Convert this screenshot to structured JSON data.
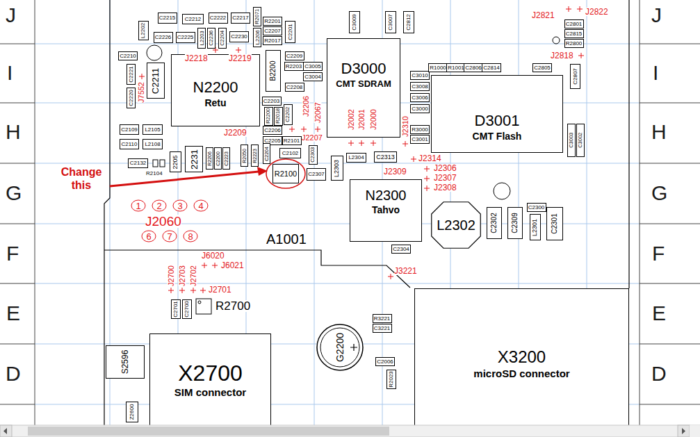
{
  "diagram": {
    "nodes": [
      {
        "text": [
          "C2215"
        ]
      },
      {
        "text": [
          "C2212"
        ]
      },
      {
        "text": [
          "C2222"
        ]
      },
      {
        "text": [
          "C2217"
        ]
      },
      {
        "text": [
          "R2071"
        ]
      },
      {
        "text": [
          "R2201"
        ]
      },
      {
        "text": [
          "C2207"
        ]
      },
      {
        "text": [
          "R2017"
        ]
      },
      {
        "text": [
          "C2201"
        ]
      },
      {
        "text": [
          "L2202"
        ]
      },
      {
        "text": [
          "C2226"
        ]
      },
      {
        "text": [
          "C2225"
        ]
      },
      {
        "text": [
          "L2203"
        ]
      },
      {
        "text": [
          "C2236"
        ]
      },
      {
        "text": [
          "C2204"
        ]
      },
      {
        "text": [
          "C2230"
        ]
      },
      {
        "text": [
          "L2206"
        ]
      },
      {
        "text": [
          "C2210"
        ]
      },
      {
        "text": [
          "C2221"
        ]
      },
      {
        "text": [
          "C2211"
        ]
      },
      {
        "text": [
          "C2220"
        ]
      },
      {
        "text": [
          "N2200",
          "Retu"
        ]
      },
      {
        "text": [
          "B2200"
        ]
      },
      {
        "text": [
          "C2209"
        ]
      },
      {
        "text": [
          "R2203"
        ]
      },
      {
        "text": [
          "C3005"
        ]
      },
      {
        "text": [
          "C3004"
        ]
      },
      {
        "text": [
          "C2208"
        ]
      },
      {
        "text": [
          "C2203"
        ]
      },
      {
        "text": [
          "R2200"
        ]
      },
      {
        "text": [
          "R2018"
        ]
      },
      {
        "text": [
          "C2202"
        ]
      },
      {
        "text": [
          "C2206"
        ]
      },
      {
        "text": [
          "C2205"
        ]
      },
      {
        "text": [
          "R2101"
        ]
      },
      {
        "text": [
          "C2109"
        ]
      },
      {
        "text": [
          "L2105"
        ]
      },
      {
        "text": [
          "C2110"
        ]
      },
      {
        "text": [
          "L2108"
        ]
      },
      {
        "text": [
          "C2132"
        ]
      },
      {
        "text": [
          "2205"
        ]
      },
      {
        "text": [
          "2231"
        ]
      },
      {
        "text": [
          "R2206"
        ]
      },
      {
        "text": [
          "C2200"
        ]
      },
      {
        "text": [
          "C2223"
        ]
      },
      {
        "text": [
          "R2050"
        ]
      },
      {
        "text": [
          "R2223"
        ]
      },
      {
        "text": [
          "C2204"
        ]
      },
      {
        "text": [
          "C2102"
        ]
      },
      {
        "text": [
          "C2303"
        ]
      },
      {
        "text": [
          "R2100"
        ]
      },
      {
        "text": [
          "C2307"
        ]
      },
      {
        "text": [
          "L2303"
        ]
      },
      {
        "text": [
          "L2304"
        ]
      },
      {
        "text": [
          "C2313"
        ]
      },
      {
        "text": [
          "D3000",
          "CMT SDRAM"
        ]
      },
      {
        "text": [
          "C3009"
        ]
      },
      {
        "text": [
          "C3007"
        ]
      },
      {
        "text": [
          "C2812"
        ]
      },
      {
        "text": [
          "C3010"
        ]
      },
      {
        "text": [
          "C3008"
        ]
      },
      {
        "text": [
          "C3006"
        ]
      },
      {
        "text": [
          "C3000"
        ]
      },
      {
        "text": [
          "R3000"
        ]
      },
      {
        "text": [
          "C3001"
        ]
      },
      {
        "text": [
          "R1000"
        ]
      },
      {
        "text": [
          "R1001"
        ]
      },
      {
        "text": [
          "C2806"
        ]
      },
      {
        "text": [
          "C2814"
        ]
      },
      {
        "text": [
          "C2805"
        ]
      },
      {
        "text": [
          "C2807"
        ]
      },
      {
        "text": [
          "D3001",
          "CMT Flash"
        ]
      },
      {
        "text": [
          "C3003"
        ]
      },
      {
        "text": [
          "C3002"
        ]
      },
      {
        "text": [
          "C2801"
        ]
      },
      {
        "text": [
          "C2815"
        ]
      },
      {
        "text": [
          "R2800"
        ]
      },
      {
        "text": [
          "N2300",
          "Tahvo"
        ]
      },
      {
        "text": [
          "C2304"
        ]
      },
      {
        "text": [
          "L2302"
        ]
      },
      {
        "text": [
          "C2302"
        ]
      },
      {
        "text": [
          "C2309"
        ]
      },
      {
        "text": [
          "C2300"
        ]
      },
      {
        "text": [
          "L2301"
        ]
      },
      {
        "text": [
          "C2301"
        ]
      },
      {
        "text": [
          "1"
        ]
      },
      {
        "text": [
          "2"
        ]
      },
      {
        "text": [
          "3"
        ]
      },
      {
        "text": [
          "4"
        ]
      },
      {
        "text": [
          "6"
        ]
      },
      {
        "text": [
          "7"
        ]
      },
      {
        "text": [
          "8"
        ]
      },
      {
        "text": [
          "C2701"
        ]
      },
      {
        "text": [
          "C2700"
        ]
      },
      {
        "text": [
          "S2596"
        ]
      },
      {
        "text": [
          "X2700",
          "SIM connector"
        ]
      },
      {
        "text": [
          "Z2600"
        ]
      },
      {
        "text": [
          "G2200"
        ]
      },
      {
        "text": [
          "R3221"
        ]
      },
      {
        "text": [
          "C3221"
        ]
      },
      {
        "text": [
          "C2006"
        ]
      },
      {
        "text": [
          "R2023"
        ]
      },
      {
        "text": [
          "X3200",
          "microSD connector"
        ]
      }
    ],
    "labels": [
      "J",
      "I",
      "H",
      "G",
      "F",
      "E",
      "D",
      "J",
      "I",
      "H",
      "G",
      "F",
      "E",
      "D",
      "J2218",
      "J2219",
      "J7552",
      "J2206",
      "J2067",
      "J2209",
      "J2207",
      "J2002",
      "J2001",
      "J2000",
      "J2310",
      "J2314",
      "J2306",
      "J2307",
      "J2308",
      "J2309",
      "J2821",
      "J2822",
      "J2818",
      "J6020",
      "J6021",
      "J2700",
      "J2703",
      "J2702",
      "J2701",
      "J3221",
      "A1001",
      "J2060",
      "R2700",
      "Change this",
      "R2104"
    ]
  }
}
